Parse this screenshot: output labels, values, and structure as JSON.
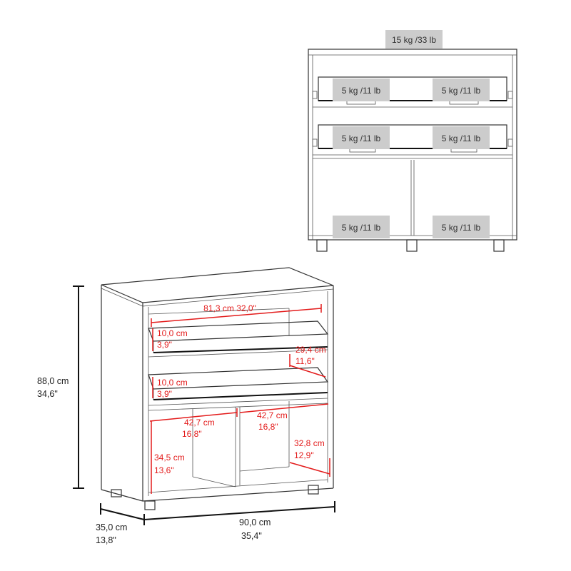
{
  "weights": {
    "top": "15 kg /33 lb",
    "drawer1_left": "5 kg /11 lb",
    "drawer1_right": "5 kg /11 lb",
    "drawer2_left": "5 kg /11 lb",
    "drawer2_right": "5 kg /11 lb",
    "bottom_left": "5 kg /11 lb",
    "bottom_right": "5 kg /11 lb"
  },
  "dimensions": {
    "height_cm": "88,0 cm",
    "height_in": "34,6\"",
    "width_cm": "90,0 cm",
    "width_in": "35,4\"",
    "depth_cm": "35,0 cm",
    "depth_in": "13,8\"",
    "inner_width": "81,3 cm 32,0\"",
    "drawer1_h_cm": "10,0 cm",
    "drawer1_h_in": "3,9\"",
    "drawer_depth_cm": "29,4 cm",
    "drawer_depth_in": "11,6\"",
    "drawer2_h_cm": "10,0 cm",
    "drawer2_h_in": "3,9\"",
    "half_left_cm": "42,7 cm",
    "half_left_in": "16,8\"",
    "half_right_cm": "42,7 cm",
    "half_right_in": "16,8\"",
    "cab_h_cm": "34,5 cm",
    "cab_h_in": "13,6\"",
    "cab_d_cm": "32,8 cm",
    "cab_d_in": "12,9\""
  }
}
